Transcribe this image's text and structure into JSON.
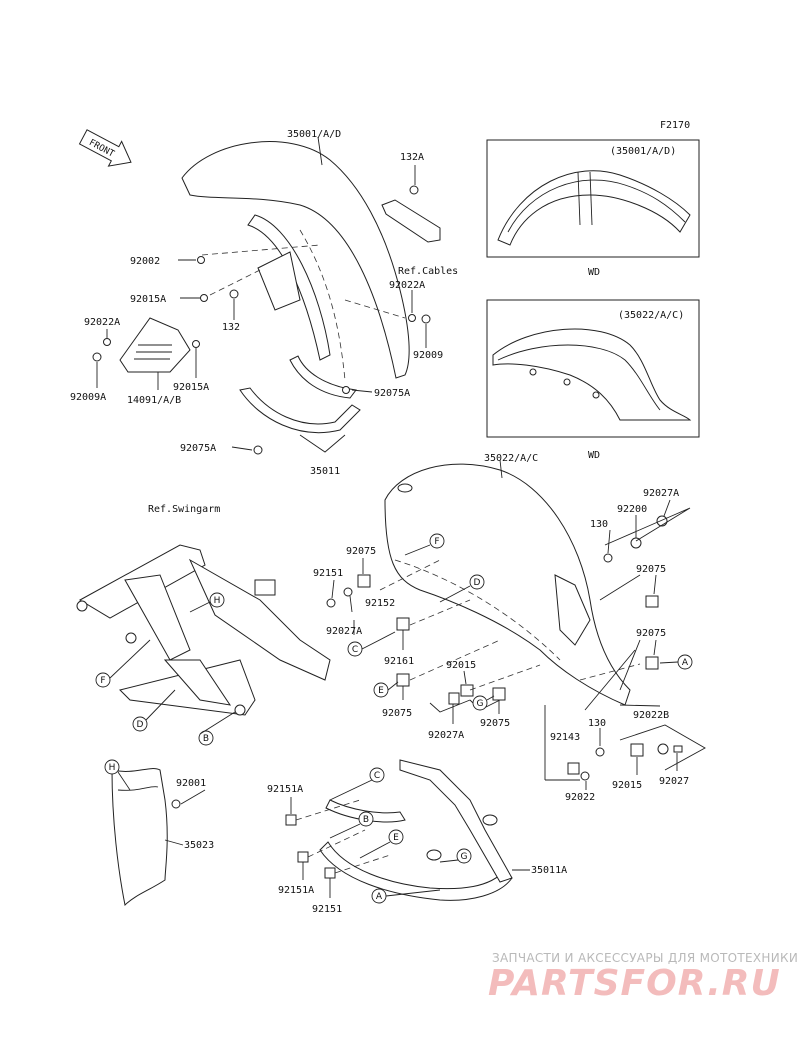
{
  "figure_code": "F2170",
  "front_label": "FRONT",
  "parts": {
    "p35001": "35001/A/D",
    "p132A": "132A",
    "p92002": "92002",
    "refCables": "Ref.Cables",
    "p92015A_1": "92015A",
    "p92022A_1": "92022A",
    "p132": "132",
    "p92022A_2": "92022A",
    "p92009": "92009",
    "p92015A_2": "92015A",
    "p92009A": "92009A",
    "p14091": "14091/A/B",
    "p92075A_1": "92075A",
    "p92075A_2": "92075A",
    "p35011": "35011",
    "p35022": "35022/A/C",
    "refSwingarm": "Ref.Swingarm",
    "p92027A_1": "92027A",
    "p92200": "92200",
    "p130_1": "130",
    "p92075_1": "92075",
    "p92075_2": "92075",
    "p92075_3": "92075",
    "p92151_1": "92151",
    "p92152": "92152",
    "p92027A_2": "92027A",
    "p92161": "92161",
    "p92015_1": "92015",
    "p92075_4": "92075",
    "p92027A_3": "92027A",
    "p92075_5": "92075",
    "p92022B": "92022B",
    "p130_2": "130",
    "p92143": "92143",
    "p92022": "92022",
    "p92015_2": "92015",
    "p92027": "92027",
    "p92001": "92001",
    "p35023": "35023",
    "p92151A_1": "92151A",
    "p92151A_2": "92151A",
    "p92151_2": "92151",
    "p35011A": "35011A"
  },
  "insets": {
    "top_label": "(35001/A/D)",
    "top_variant": "WD",
    "bottom_label": "(35022/A/C)",
    "bottom_variant": "WD"
  },
  "callout_letters": {
    "F1": "F",
    "D1": "D",
    "C1": "C",
    "E1": "E",
    "G1": "G",
    "A1": "A",
    "H1": "H",
    "F2": "F",
    "D2": "D",
    "B1": "B",
    "H2": "H",
    "C2": "C",
    "B2": "B",
    "E2": "E",
    "G2": "G",
    "A2": "A"
  },
  "watermark": {
    "line1": "ЗАПЧАСТИ И АКСЕССУАРЫ ДЛЯ МОТОТЕХНИКИ",
    "line2": "PARTSFOR.RU"
  }
}
